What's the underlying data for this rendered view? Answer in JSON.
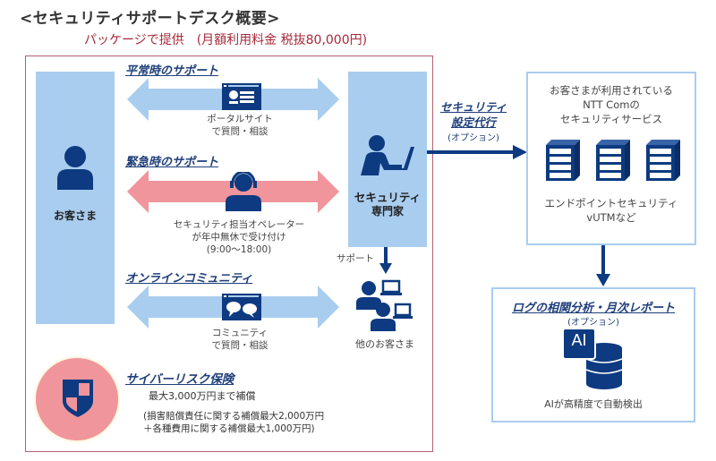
{
  "header": {
    "title": "<セキュリティサポートデスク概要>",
    "subtitle": "パッケージで提供　(月額利用料金 税抜80,000円)"
  },
  "customer": {
    "label": "お客さま",
    "icon": "person-icon"
  },
  "expert": {
    "label_line1": "セキュリティ",
    "label_line2": "専門家",
    "icon": "person-laptop-icon"
  },
  "normal_support": {
    "heading": "平常時のサポート",
    "icon": "portal-site-icon",
    "desc_line1": "ポータルサイト",
    "desc_line2": "で質問・相談"
  },
  "emergency_support": {
    "heading": "緊急時のサポート",
    "icon": "operator-headset-icon",
    "desc_line1": "セキュリティ担当オペレーター",
    "desc_line2": "が年中無休で受け付け",
    "desc_line3": "(9:00～18:00)"
  },
  "online_community": {
    "heading": "オンラインコミュニティ",
    "icon": "chat-bubbles-icon",
    "desc_line1": "コミュニティ",
    "desc_line2": "で質問・相談"
  },
  "support_arrow_label": "サポート",
  "other_customers": {
    "label": "他のお客さま",
    "icon": "users-laptop-icon"
  },
  "insurance": {
    "heading": "サイバーリスク保険",
    "line1": "最大3,000万円まで補償",
    "line2": "(損害賠償責任に関する補償最大2,000万円",
    "line3": "＋各種費用に関する補償最大1,000万円)",
    "icon": "shield-icon"
  },
  "config_proxy": {
    "line1": "セキュリティ",
    "line2": "設定代行",
    "option": "(オプション)"
  },
  "services_box": {
    "line1": "お客さまが利用されている",
    "line2": "NTT Comの",
    "line3": "セキュリティサービス",
    "line4": "エンドポイントセキュリティ",
    "line5": "vUTMなど",
    "icon": "server-icon"
  },
  "log_box": {
    "heading": "ログの相関分析・月次レポート",
    "option": "(オプション)",
    "ai_badge": "AI",
    "caption": "AIが高精度で自動検出"
  },
  "colors": {
    "light_blue": "#a9cdef",
    "navy": "#0d3a80",
    "pink": "#f0959b",
    "frame_red": "#b06070"
  }
}
